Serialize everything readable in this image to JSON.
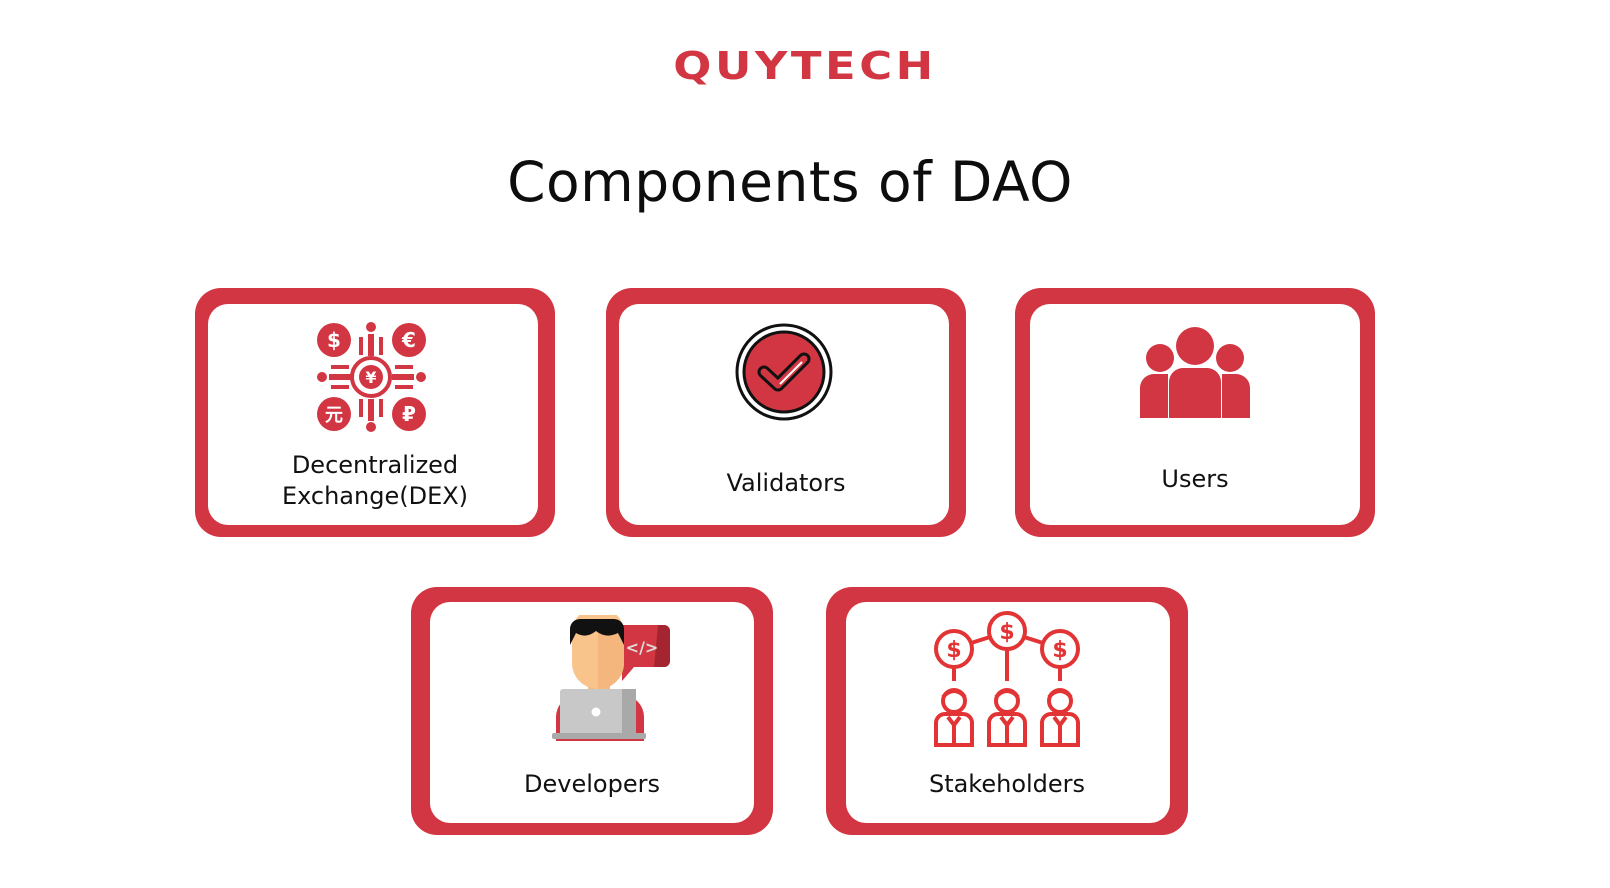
{
  "brand": {
    "logo_text": "QUYTECH",
    "accent_color": "#d13642"
  },
  "page": {
    "title": "Components of DAO"
  },
  "components": [
    {
      "label_line1": "Decentralized",
      "label_line2": "Exchange(DEX)",
      "icon": "currency-exchange-icon"
    },
    {
      "label": "Validators",
      "icon": "check-circle-icon"
    },
    {
      "label": "Users",
      "icon": "users-group-icon"
    },
    {
      "label": "Developers",
      "icon": "developer-laptop-icon"
    },
    {
      "label": "Stakeholders",
      "icon": "stakeholders-money-icon"
    }
  ]
}
